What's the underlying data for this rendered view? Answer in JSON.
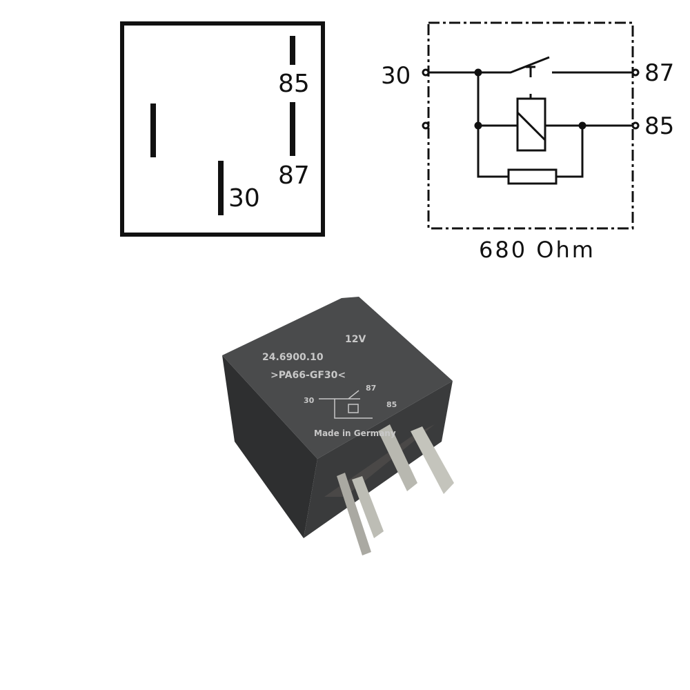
{
  "pinout": {
    "labels": [
      "85",
      "87",
      "30"
    ]
  },
  "schematic": {
    "terminals": {
      "left_top": "30",
      "right_top": "87",
      "right_bottom": "85"
    },
    "caption": "680 Ohm"
  },
  "relay_photo": {
    "part_number": "24.6900.10",
    "voltage": "12V",
    "material": ">PA66-GF30<",
    "pin_30": "30",
    "pin_87": "87",
    "pin_85": "85",
    "origin": "Made in Germany"
  },
  "colors": {
    "ink": "#111111",
    "relay_body": "#3a3b3c",
    "relay_top": "#4a4b4c",
    "pins": "#b8b8b0"
  }
}
